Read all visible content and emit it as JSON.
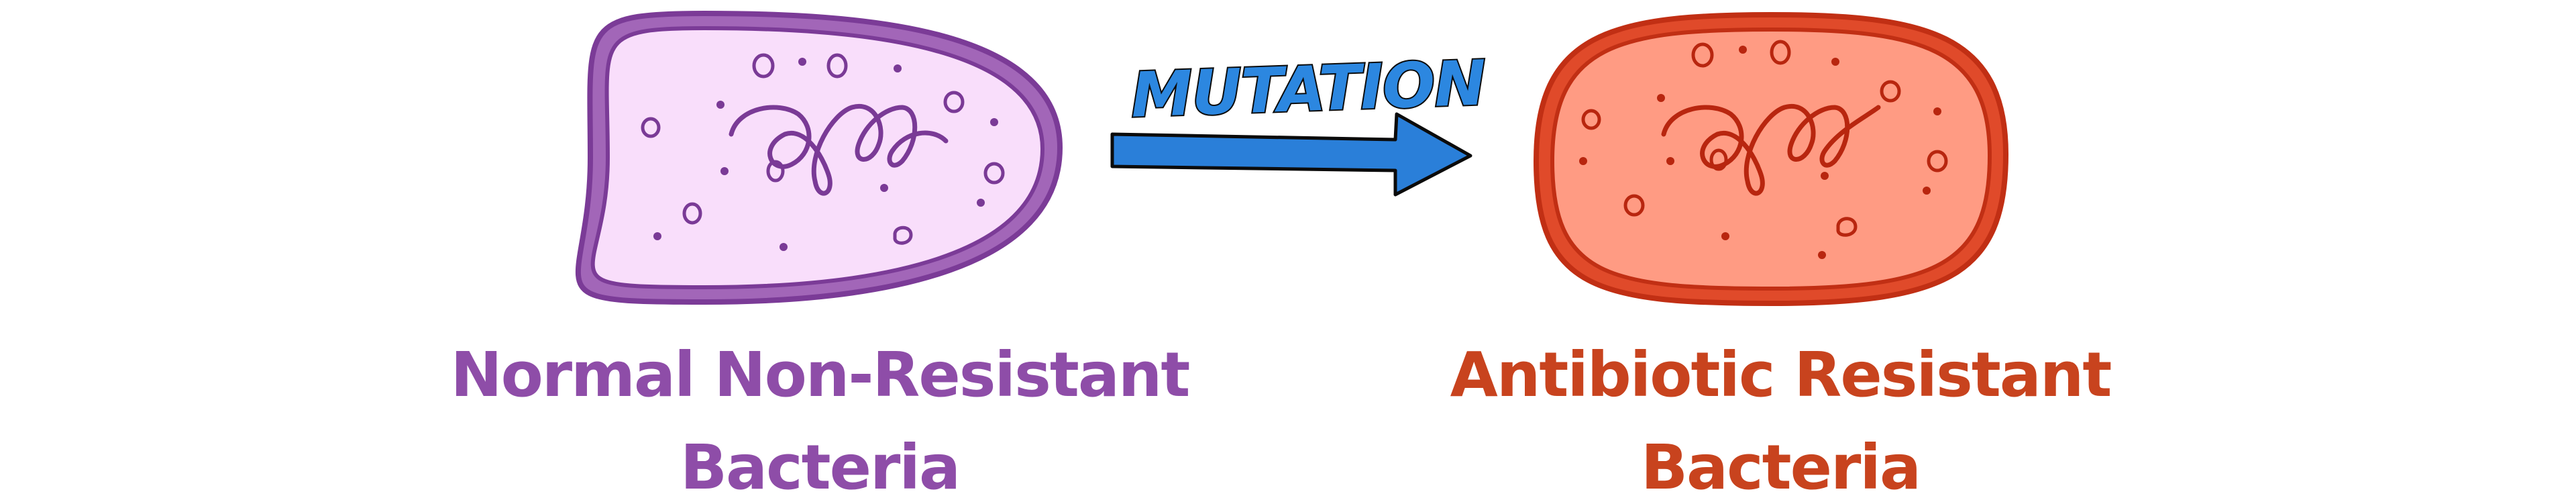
{
  "diagram": {
    "left_cell": {
      "label_line1": "Normal Non-Resistant",
      "label_line2": "Bacteria",
      "fill_color": "#f9defb",
      "outline_color": "#7b3b97",
      "outline_inner_color": "#a266b8",
      "detail_color": "#7a3a96",
      "label_color": "#8e4da8"
    },
    "arrow": {
      "label": "MUTATION",
      "fill_color": "#2a7fd9",
      "label_fill_color": "#2c87e0"
    },
    "right_cell": {
      "label_line1": "Antibiotic Resistant",
      "label_line2": "Bacteria",
      "fill_color": "#ff9b83",
      "outline_color": "#c12f14",
      "outline_inner_color": "#e04a2a",
      "detail_color": "#b8260f",
      "label_color": "#c8431e"
    }
  }
}
